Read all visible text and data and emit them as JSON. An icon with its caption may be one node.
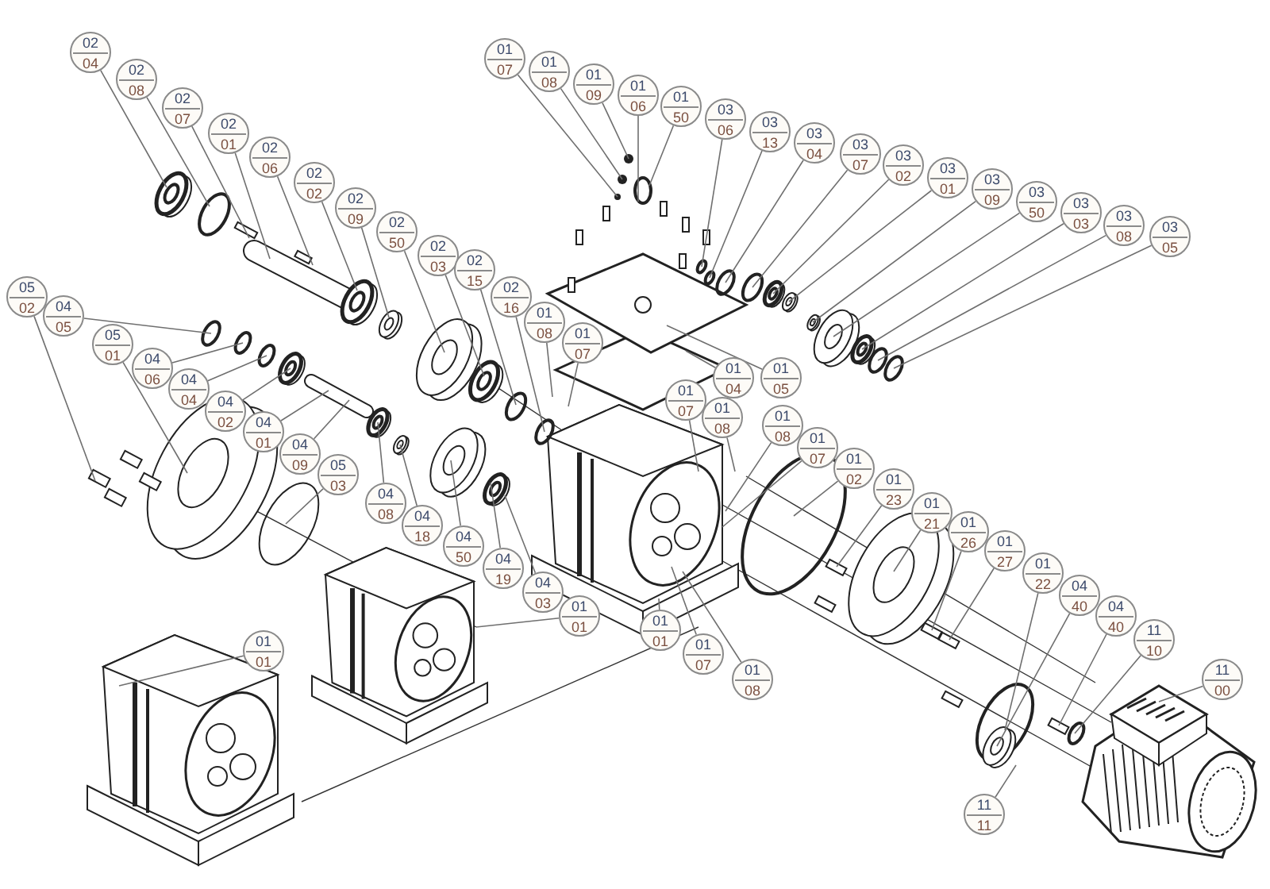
{
  "diagram": {
    "nodes": [
      {
        "text": [
          "02",
          "04"
        ]
      },
      {
        "text": [
          "02",
          "08"
        ]
      },
      {
        "text": [
          "02",
          "07"
        ]
      },
      {
        "text": [
          "02",
          "01"
        ]
      },
      {
        "text": [
          "02",
          "06"
        ]
      },
      {
        "text": [
          "02",
          "02"
        ]
      },
      {
        "text": [
          "02",
          "09"
        ]
      },
      {
        "text": [
          "02",
          "50"
        ]
      },
      {
        "text": [
          "02",
          "03"
        ]
      },
      {
        "text": [
          "02",
          "15"
        ]
      },
      {
        "text": [
          "02",
          "16"
        ]
      },
      {
        "text": [
          "01",
          "07"
        ]
      },
      {
        "text": [
          "01",
          "08"
        ]
      },
      {
        "text": [
          "01",
          "09"
        ]
      },
      {
        "text": [
          "01",
          "06"
        ]
      },
      {
        "text": [
          "01",
          "50"
        ]
      },
      {
        "text": [
          "03",
          "06"
        ]
      },
      {
        "text": [
          "03",
          "13"
        ]
      },
      {
        "text": [
          "03",
          "04"
        ]
      },
      {
        "text": [
          "03",
          "07"
        ]
      },
      {
        "text": [
          "03",
          "02"
        ]
      },
      {
        "text": [
          "03",
          "01"
        ]
      },
      {
        "text": [
          "03",
          "09"
        ]
      },
      {
        "text": [
          "03",
          "50"
        ]
      },
      {
        "text": [
          "03",
          "03"
        ]
      },
      {
        "text": [
          "03",
          "08"
        ]
      },
      {
        "text": [
          "03",
          "05"
        ]
      },
      {
        "text": [
          "05",
          "02"
        ]
      },
      {
        "text": [
          "04",
          "05"
        ]
      },
      {
        "text": [
          "05",
          "01"
        ]
      },
      {
        "text": [
          "04",
          "06"
        ]
      },
      {
        "text": [
          "04",
          "04"
        ]
      },
      {
        "text": [
          "04",
          "02"
        ]
      },
      {
        "text": [
          "04",
          "01"
        ]
      },
      {
        "text": [
          "04",
          "09"
        ]
      },
      {
        "text": [
          "05",
          "03"
        ]
      },
      {
        "text": [
          "04",
          "08"
        ]
      },
      {
        "text": [
          "04",
          "18"
        ]
      },
      {
        "text": [
          "04",
          "50"
        ]
      },
      {
        "text": [
          "04",
          "19"
        ]
      },
      {
        "text": [
          "04",
          "03"
        ]
      },
      {
        "text": [
          "01",
          "01"
        ]
      },
      {
        "text": [
          "01",
          "01"
        ]
      },
      {
        "text": [
          "01",
          "08"
        ]
      },
      {
        "text": [
          "01",
          "07"
        ]
      },
      {
        "text": [
          "01",
          "05"
        ]
      },
      {
        "text": [
          "01",
          "04"
        ]
      },
      {
        "text": [
          "01",
          "07"
        ]
      },
      {
        "text": [
          "01",
          "08"
        ]
      },
      {
        "text": [
          "01",
          "08"
        ]
      },
      {
        "text": [
          "01",
          "07"
        ]
      },
      {
        "text": [
          "01",
          "02"
        ]
      },
      {
        "text": [
          "01",
          "23"
        ]
      },
      {
        "text": [
          "01",
          "21"
        ]
      },
      {
        "text": [
          "01",
          "26"
        ]
      },
      {
        "text": [
          "01",
          "27"
        ]
      },
      {
        "text": [
          "01",
          "22"
        ]
      },
      {
        "text": [
          "04",
          "40"
        ]
      },
      {
        "text": [
          "04",
          "40"
        ]
      },
      {
        "text": [
          "11",
          "10"
        ]
      },
      {
        "text": [
          "11",
          "00"
        ]
      },
      {
        "text": [
          "11",
          "11"
        ]
      },
      {
        "text": [
          "01",
          "01"
        ]
      },
      {
        "text": [
          "01",
          "07"
        ]
      },
      {
        "text": [
          "01",
          "08"
        ]
      }
    ],
    "edges": [
      {
        "from": 0,
        "to": null,
        "arrow": "none"
      },
      {
        "from": 1,
        "to": null,
        "arrow": "none"
      },
      {
        "from": 2,
        "to": null,
        "arrow": "none"
      },
      {
        "from": 3,
        "to": null,
        "arrow": "none"
      },
      {
        "from": 4,
        "to": null,
        "arrow": "none"
      },
      {
        "from": 5,
        "to": null,
        "arrow": "none"
      },
      {
        "from": 6,
        "to": null,
        "arrow": "none"
      },
      {
        "from": 7,
        "to": null,
        "arrow": "none"
      },
      {
        "from": 8,
        "to": null,
        "arrow": "none"
      },
      {
        "from": 9,
        "to": null,
        "arrow": "none"
      },
      {
        "from": 10,
        "to": null,
        "arrow": "none"
      },
      {
        "from": 11,
        "to": null,
        "arrow": "none"
      },
      {
        "from": 12,
        "to": null,
        "arrow": "none"
      },
      {
        "from": 13,
        "to": null,
        "arrow": "none"
      },
      {
        "from": 14,
        "to": null,
        "arrow": "none"
      },
      {
        "from": 15,
        "to": null,
        "arrow": "none"
      },
      {
        "from": 16,
        "to": null,
        "arrow": "none"
      },
      {
        "from": 17,
        "to": null,
        "arrow": "none"
      },
      {
        "from": 18,
        "to": null,
        "arrow": "none"
      },
      {
        "from": 19,
        "to": null,
        "arrow": "none"
      },
      {
        "from": 20,
        "to": null,
        "arrow": "none"
      },
      {
        "from": 21,
        "to": null,
        "arrow": "none"
      },
      {
        "from": 22,
        "to": null,
        "arrow": "none"
      },
      {
        "from": 23,
        "to": null,
        "arrow": "none"
      },
      {
        "from": 24,
        "to": null,
        "arrow": "none"
      },
      {
        "from": 25,
        "to": null,
        "arrow": "none"
      },
      {
        "from": 26,
        "to": null,
        "arrow": "none"
      },
      {
        "from": 27,
        "to": null,
        "arrow": "none"
      },
      {
        "from": 28,
        "to": null,
        "arrow": "none"
      },
      {
        "from": 29,
        "to": null,
        "arrow": "none"
      },
      {
        "from": 30,
        "to": null,
        "arrow": "none"
      },
      {
        "from": 31,
        "to": null,
        "arrow": "none"
      },
      {
        "from": 32,
        "to": null,
        "arrow": "none"
      },
      {
        "from": 33,
        "to": null,
        "arrow": "none"
      },
      {
        "from": 34,
        "to": null,
        "arrow": "none"
      },
      {
        "from": 35,
        "to": null,
        "arrow": "none"
      },
      {
        "from": 36,
        "to": null,
        "arrow": "none"
      },
      {
        "from": 37,
        "to": null,
        "arrow": "none"
      },
      {
        "from": 38,
        "to": null,
        "arrow": "none"
      },
      {
        "from": 39,
        "to": null,
        "arrow": "none"
      },
      {
        "from": 40,
        "to": null,
        "arrow": "none"
      },
      {
        "from": 41,
        "to": null,
        "arrow": "none"
      },
      {
        "from": 42,
        "to": null,
        "arrow": "none"
      },
      {
        "from": 43,
        "to": null,
        "arrow": "none"
      },
      {
        "from": 44,
        "to": null,
        "arrow": "none"
      },
      {
        "from": 45,
        "to": null,
        "arrow": "none"
      },
      {
        "from": 46,
        "to": null,
        "arrow": "none"
      },
      {
        "from": 47,
        "to": null,
        "arrow": "none"
      },
      {
        "from": 48,
        "to": null,
        "arrow": "none"
      },
      {
        "from": 49,
        "to": null,
        "arrow": "none"
      },
      {
        "from": 50,
        "to": null,
        "arrow": "none"
      },
      {
        "from": 51,
        "to": null,
        "arrow": "none"
      },
      {
        "from": 52,
        "to": null,
        "arrow": "none"
      },
      {
        "from": 53,
        "to": null,
        "arrow": "none"
      },
      {
        "from": 54,
        "to": null,
        "arrow": "none"
      },
      {
        "from": 55,
        "to": null,
        "arrow": "none"
      },
      {
        "from": 56,
        "to": null,
        "arrow": "none"
      },
      {
        "from": 57,
        "to": null,
        "arrow": "none"
      },
      {
        "from": 58,
        "to": null,
        "arrow": "none"
      },
      {
        "from": 59,
        "to": null,
        "arrow": "none"
      },
      {
        "from": 60,
        "to": null,
        "arrow": "none"
      },
      {
        "from": 61,
        "to": null,
        "arrow": "none"
      },
      {
        "from": 62,
        "to": null,
        "arrow": "none"
      },
      {
        "from": 63,
        "to": null,
        "arrow": "none"
      },
      {
        "from": 64,
        "to": null,
        "arrow": "none"
      }
    ]
  }
}
